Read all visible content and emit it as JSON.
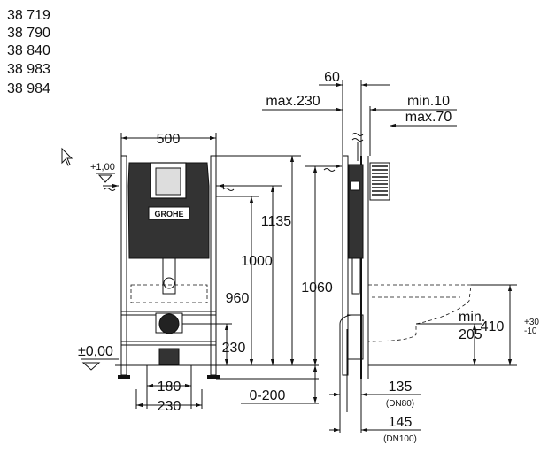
{
  "article_numbers": [
    "38 719",
    "38 790",
    "38 840",
    "38 983",
    "38 984"
  ],
  "brand": "GROHE",
  "front_view": {
    "width_label": "500",
    "top_level_label": "+1,00",
    "floor_level_label": "±0,00",
    "height_1135": "1135",
    "height_1000": "1000",
    "height_960": "960",
    "height_230": "230",
    "width_180": "180",
    "width_230": "230",
    "range_label": "0-200"
  },
  "side_view": {
    "depth_60": "60",
    "max_230": "max.230",
    "min_10": "min.10",
    "max_70": "max.70",
    "height_1060": "1060",
    "min_label": "min.",
    "min_value": "205",
    "bowl_height": "410",
    "bowl_tol_plus": "+30",
    "bowl_tol_minus": "-10",
    "pipe_135": "135",
    "pipe_dn80": "(DN80)",
    "pipe_145": "145",
    "pipe_dn100": "(DN100)"
  }
}
